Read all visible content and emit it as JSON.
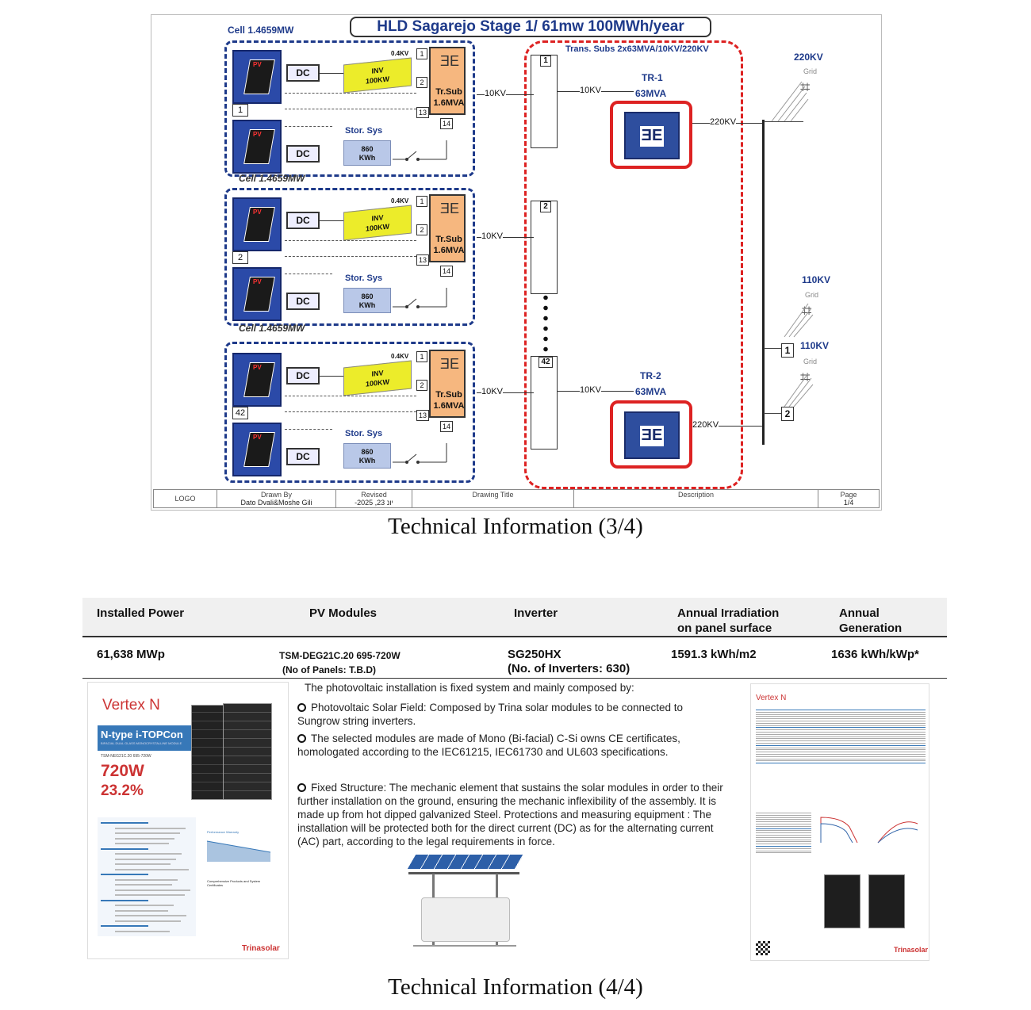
{
  "drawing": {
    "title": "HLD  Sagarejo Stage 1/ 61mw 100MWh/year",
    "cell_label_top": "Cell 1.4659MW",
    "cell_label_2": "Cell 1.4659MW",
    "cell_label_3": "Cell 1.4659MW",
    "trans_subs": "Trans. Subs 2x63MVA/10KV/220KV",
    "pv": "PV",
    "dc": "DC",
    "inv_line1": "INV",
    "inv_line2": "100KW",
    "kv04": "0.4KV",
    "trsub_line1": "Tr.Sub",
    "trsub_line2": "1.6MVA",
    "stor_label": "Stor. Sys",
    "stor_line1": "860",
    "stor_line2": "KWh",
    "kv10": "10KV",
    "kv220": "220KV",
    "kv110": "110KV",
    "grid": "Grid",
    "tr1_name": "TR-1",
    "tr1_rating": "63MVA",
    "tr2_name": "TR-2",
    "tr2_rating": "63MVA",
    "cell_nums": [
      "1",
      "2",
      "42"
    ],
    "sw_nums": [
      "1",
      "2",
      "42"
    ],
    "n1": "1",
    "n2": "2",
    "n13": "13",
    "n14": "14",
    "grid_num1": "1",
    "grid_num2": "2",
    "titleblock": {
      "logo": "LOGO",
      "drawn_by_label": "Drawn By",
      "drawn_by": "Dato Dvali&Moshe Gili",
      "revised_label": "Revised",
      "revised": "-יונ 23, 2025",
      "drawing_title_label": "Drawing Title",
      "description_label": "Description",
      "page_label": "Page",
      "page": "1/4"
    }
  },
  "caption_3": "Technical Information (3/4)",
  "caption_4": "Technical Information (4/4)",
  "specs": {
    "headers": [
      "Installed Power",
      "PV Modules",
      "Inverter",
      "Annual Irradiation\non panel surface",
      "Annual\nGeneration"
    ],
    "installed_power": "61,638 MWp",
    "pv_module": "TSM-DEG21C.20 695-720W",
    "pv_panels": "(No of Panels: T.B.D)",
    "inverter": "SG250HX",
    "inverter_count": "(No. of Inverters: 630)",
    "irradiation": "1591.3 kWh/m2",
    "generation": "1636 kWh/kWp*"
  },
  "description": {
    "intro": "The photovoltaic installation is fixed system and mainly composed by:",
    "b1": "Photovoltaic Solar Field: Composed by Trina solar modules to be connected to Sungrow string inverters.",
    "b2": "The selected modules are made of Mono (Bi-facial) C-Si owns CE certificates, homologated according to the IEC61215, IEC61730 and UL603 specifications.",
    "b3": "Fixed Structure: The mechanic element that sustains the solar modules in order to their further installation on the ground, ensuring the mechanic inflexibility of the assembly. It is made up from hot dipped galvanized Steel. Protections and measuring equipment : The installation will be protected both for the direct current (DC) as for the alternating current (AC) part, according to the legal requirements in force."
  },
  "datasheet": {
    "brand": "Vertex N",
    "tech": "N-type i-TOPCon",
    "sub": "BIFACIAL DUAL GLASS MONOCRYSTALLINE MODULE",
    "model": "TSM-NEG21C.20  695-720W",
    "power": "720W",
    "eff": "23.2%",
    "maker": "Trinasolar",
    "perf": "Performance Warranty",
    "comp": "Comprehensive Products and System Certificates"
  },
  "colors": {
    "red": "#d22222",
    "navy": "#1e3a8a",
    "yellow": "#ecec2a",
    "orange": "#f6b77f"
  }
}
